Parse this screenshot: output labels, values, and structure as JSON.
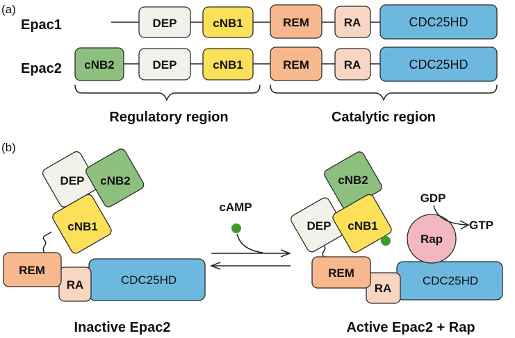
{
  "panel_a": {
    "tag": "(a)",
    "rows": [
      {
        "name": "Epac1",
        "domains": [
          "DEP",
          "cNB1",
          "REM",
          "RA",
          "CDC25HD"
        ]
      },
      {
        "name": "Epac2",
        "domains": [
          "cNB2",
          "DEP",
          "cNB1",
          "REM",
          "RA",
          "CDC25HD"
        ]
      }
    ],
    "regions": {
      "regulatory": "Regulatory region",
      "catalytic": "Catalytic region"
    }
  },
  "panel_b": {
    "tag": "(b)",
    "inactive": {
      "dep": "DEP",
      "cnb2": "cNB2",
      "cnb1": "cNB1",
      "rem": "REM",
      "ra": "RA",
      "cdc": "CDC25HD",
      "caption": "Inactive Epac2"
    },
    "camp": "cAMP",
    "active": {
      "cnb2": "cNB2",
      "dep": "DEP",
      "cnb1": "cNB1",
      "rem": "REM",
      "ra": "RA",
      "cdc": "CDC25HD",
      "rap": "Rap",
      "gdp": "GDP",
      "gtp": "GTP",
      "caption": "Active Epac2 + Rap"
    }
  },
  "colors": {
    "dep": "#f1f2ea",
    "cnb1": "#fde05a",
    "cnb2": "#8dc07f",
    "rem": "#f7b88d",
    "ra": "#f9d6c2",
    "cdc": "#6db8df",
    "rap": "#f3b8bf",
    "camp": "#3e9b26"
  }
}
